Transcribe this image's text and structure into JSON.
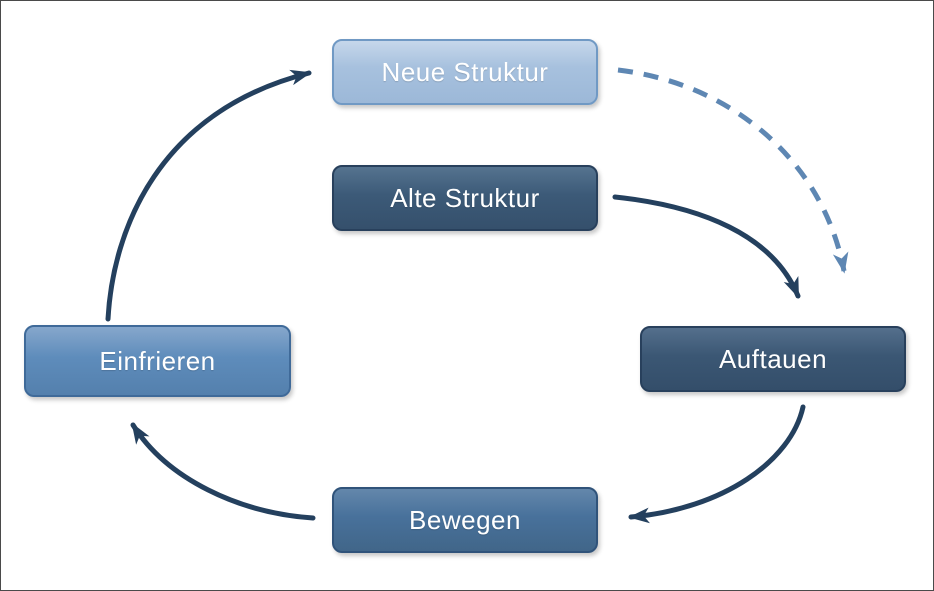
{
  "diagram": {
    "type": "cycle-diagram",
    "language": "de",
    "background_color": "#ffffff",
    "frame_border_color": "#4a4a4a",
    "nodes": [
      {
        "id": "neue-struktur",
        "label": "Neue Struktur",
        "fill": "#a7c1de",
        "border": "#7099c4",
        "text_color": "#ffffff",
        "position": "top-center"
      },
      {
        "id": "alte-struktur",
        "label": "Alte Struktur",
        "fill": "#3c5a78",
        "border": "#28405c",
        "text_color": "#ffffff",
        "position": "middle-center"
      },
      {
        "id": "auftauen",
        "label": "Auftauen",
        "fill": "#3b5774",
        "border": "#28405c",
        "text_color": "#ffffff",
        "position": "right"
      },
      {
        "id": "bewegen",
        "label": "Bewegen",
        "fill": "#48719b",
        "border": "#30537a",
        "text_color": "#ffffff",
        "position": "bottom-center"
      },
      {
        "id": "einfrieren",
        "label": "Einfrieren",
        "fill": "#5e8cbb",
        "border": "#3f6a99",
        "text_color": "#ffffff",
        "position": "left"
      }
    ],
    "edges": [
      {
        "from": "alte-struktur",
        "to": "auftauen",
        "style": "solid",
        "color": "#24405e"
      },
      {
        "from": "neue-struktur",
        "to": "auftauen",
        "style": "dashed",
        "color": "#5e87b3"
      },
      {
        "from": "auftauen",
        "to": "bewegen",
        "style": "solid",
        "color": "#24405e"
      },
      {
        "from": "bewegen",
        "to": "einfrieren",
        "style": "solid",
        "color": "#24405e"
      },
      {
        "from": "einfrieren",
        "to": "neue-struktur",
        "style": "solid",
        "color": "#24405e"
      }
    ]
  }
}
